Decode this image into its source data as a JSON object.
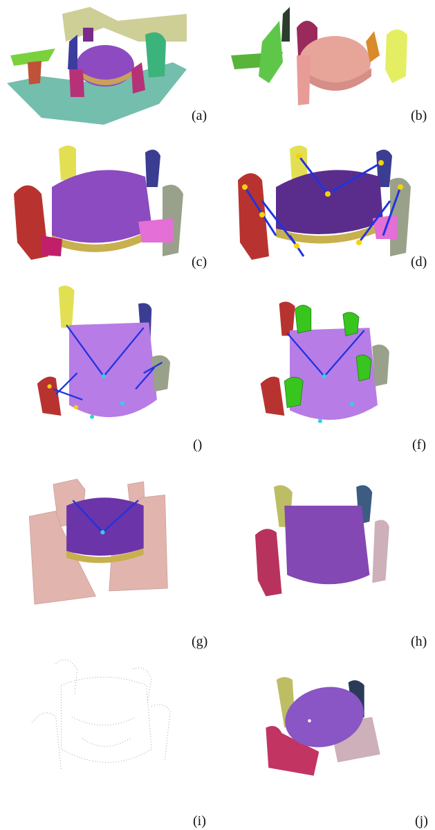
{
  "figure": {
    "panels": [
      {
        "id": "a",
        "label": "(a)"
      },
      {
        "id": "b",
        "label": "(b)"
      },
      {
        "id": "c",
        "label": "(c)"
      },
      {
        "id": "d",
        "label": "(d)"
      },
      {
        "id": "e",
        "label": "()"
      },
      {
        "id": "f",
        "label": "(f)"
      },
      {
        "id": "g",
        "label": "(g)"
      },
      {
        "id": "h",
        "label": "(h)"
      },
      {
        "id": "i",
        "label": "(i)"
      },
      {
        "id": "j",
        "label": "(j)"
      }
    ]
  }
}
